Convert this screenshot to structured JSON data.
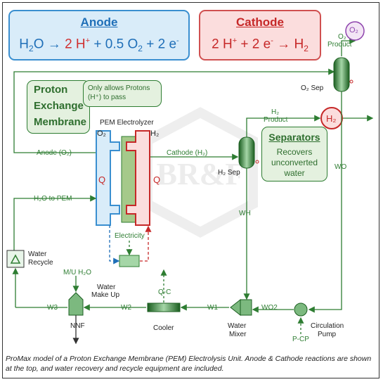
{
  "anode": {
    "title": "Anode",
    "eq_h2o": "H",
    "eq_sub2": "2",
    "eq_o": "O",
    "eq_arrow": "→",
    "eq_2h": "2 H",
    "eq_plus_sup": "+",
    "eq_plus": "+",
    "eq_half": "0.5 O",
    "eq_half_sub": "2",
    "eq_plus2": "+",
    "eq_2e": "2 e",
    "eq_minus_sup": "-"
  },
  "cathode": {
    "title": "Cathode",
    "eq_2h": "2 H",
    "eq_plus_sup": "+",
    "eq_plus": "+",
    "eq_2e": "2 e",
    "eq_minus_sup": "-",
    "eq_arrow": "→",
    "eq_h": "H",
    "eq_h_sub": "2"
  },
  "pem_box": {
    "line1": "Proton",
    "line2": "Exchange",
    "line3": "Membrane"
  },
  "note": {
    "text": "Only allows Protons (H⁺) to pass"
  },
  "separators_box": {
    "title": "Separators",
    "text": "Recovers unconverted water"
  },
  "labels": {
    "o2_bubble": "O₂",
    "h2_bubble": "H₂",
    "o2_product": "O₂\nProduct",
    "o2_product_l1": "O₂",
    "o2_product_l2": "Product",
    "o2_sep": "O₂ Sep",
    "h2_product_l1": "H₂",
    "h2_product_l2": "Product",
    "pem_electrolyzer": "PEM Electrolyzer",
    "o2_side": "O₂",
    "h2_side": "H₂",
    "anode_stream": "Anode (O₂)",
    "cathode_stream": "Cathode (H₂)",
    "h2_sep": "H₂ Sep",
    "q_left": "Q",
    "q_right": "Q",
    "wo": "WO",
    "wh": "WH",
    "h2o_to_pem": "H₂O to PEM",
    "electricity": "Electricity",
    "water_recycle_l1": "Water",
    "water_recycle_l2": "Recycle",
    "mu_h2o": "M/U H₂O",
    "water_makeup_l1": "Water",
    "water_makeup_l2": "Make Up",
    "qc": "Q-C",
    "w3": "W3",
    "w2": "W2",
    "w1": "W1",
    "wo2": "WO2",
    "nnf": "NNF",
    "cooler": "Cooler",
    "water_mixer_l1": "Water",
    "water_mixer_l2": "Mixer",
    "circ_pump_l1": "Circulation",
    "circ_pump_l2": "Pump",
    "pcp": "P-CP",
    "watermark": "BR&F"
  },
  "caption": "ProMax model of a Proton Exchange Membrane (PEM) Electrolysis Unit. Anode & Cathode reactions are shown at the top, and water recovery and recycle equipment are included.",
  "colors": {
    "green": "#2e7d32",
    "blue": "#3a8fd0",
    "red": "#d04040",
    "purple": "#8e44ad"
  }
}
